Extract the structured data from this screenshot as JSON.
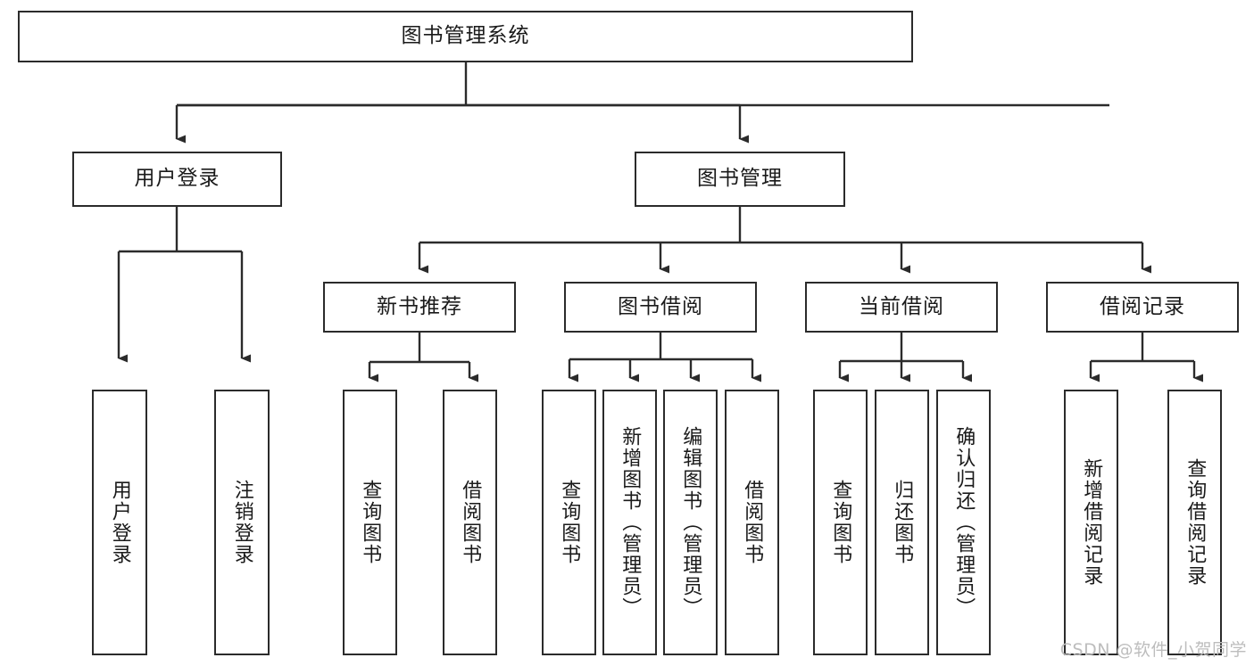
{
  "diagram": {
    "title": "图书管理系统",
    "type": "tree-hierarchy",
    "root": {
      "label": "图书管理系统"
    },
    "level2": [
      {
        "label": "用户登录"
      },
      {
        "label": "图书管理"
      }
    ],
    "level3": [
      {
        "label": "新书推荐"
      },
      {
        "label": "图书借阅"
      },
      {
        "label": "当前借阅"
      },
      {
        "label": "借阅记录"
      }
    ],
    "leaves": {
      "user_login": [
        {
          "label": "用户登录"
        },
        {
          "label": "注销登录"
        }
      ],
      "new_book_recommend": [
        {
          "label": "查询图书"
        },
        {
          "label": "借阅图书"
        }
      ],
      "book_borrow": [
        {
          "label": "查询图书"
        },
        {
          "label": "新增图书（管理员）"
        },
        {
          "label": "编辑图书（管理员）"
        },
        {
          "label": "借阅图书"
        }
      ],
      "current_borrow": [
        {
          "label": "查询图书"
        },
        {
          "label": "归还图书"
        },
        {
          "label": "确认归还（管理员）"
        }
      ],
      "borrow_record": [
        {
          "label": "新增借阅记录"
        },
        {
          "label": "查询借阅记录"
        }
      ]
    },
    "colors": {
      "stroke": "#2b2b2b",
      "fill": "#ffffff",
      "text": "#1a1a1a",
      "watermark": "#bdbdbd"
    }
  },
  "watermark": {
    "text": "CSDN @软件_小贺同学"
  }
}
